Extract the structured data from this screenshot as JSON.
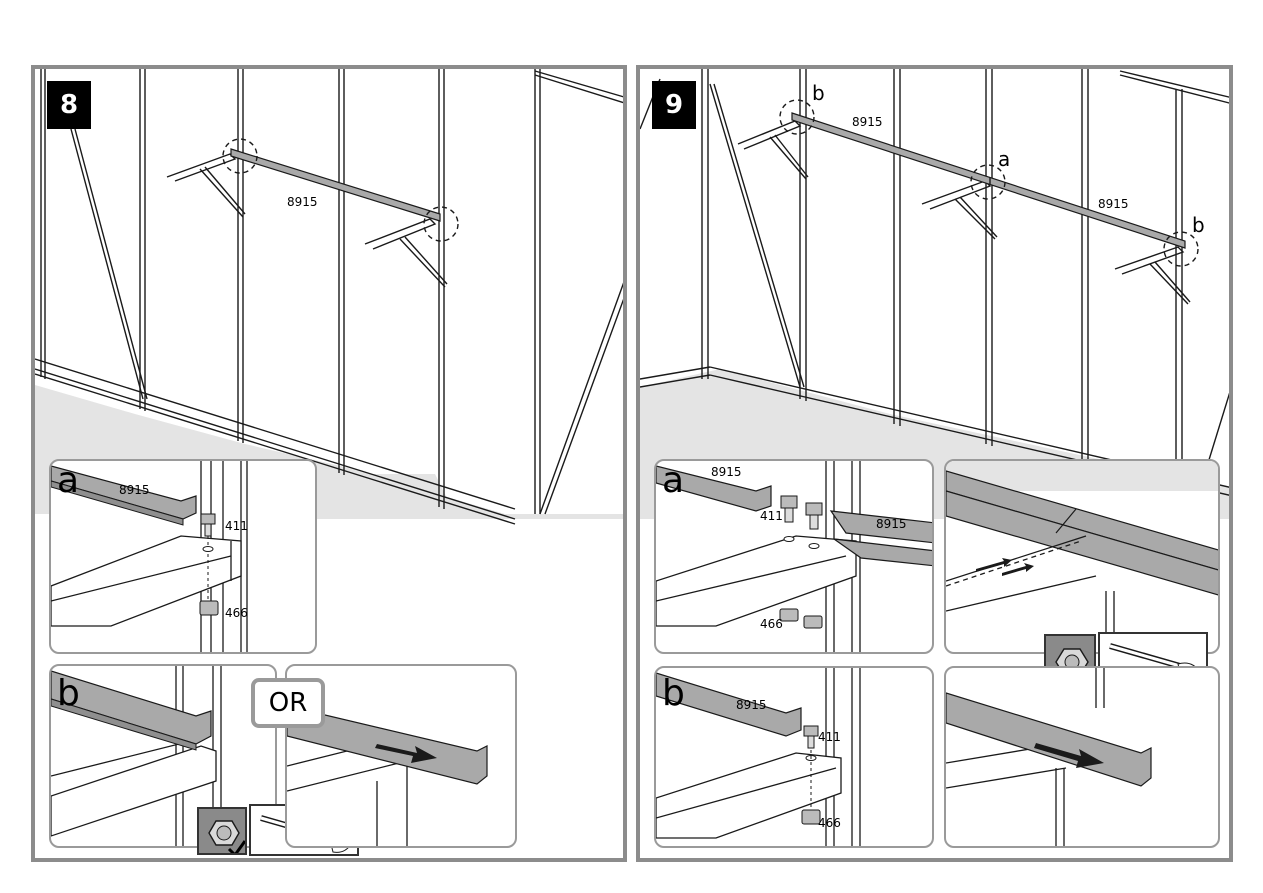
{
  "steps": {
    "step8": {
      "number": "8",
      "part_main": "8915",
      "callout_a_inset": {
        "letter": "a",
        "part": "8915",
        "bolt": "411",
        "nut": "466"
      },
      "callout_b_inset": {
        "letter": "b"
      },
      "or_label": "OR"
    },
    "step9": {
      "number": "9",
      "part_left": "8915",
      "part_right": "8915",
      "callout_b_left": "b",
      "callout_a": "a",
      "callout_b_right": "b",
      "callout_a_inset": {
        "letter": "a",
        "part_top": "8915",
        "part_right": "8915",
        "bolt": "411",
        "nut": "466"
      },
      "callout_b_inset": {
        "letter": "b",
        "part": "8915",
        "bolt": "411",
        "nut": "466"
      }
    }
  },
  "colors": {
    "frame": "#8c8c8c",
    "floor": "#e4e4e4",
    "profile": "#a9a9a9",
    "line": "#1a1a1a"
  },
  "icons": [
    "nut-icon",
    "wrench-hand-icon",
    "checkmark-icon",
    "arrow-icon"
  ]
}
